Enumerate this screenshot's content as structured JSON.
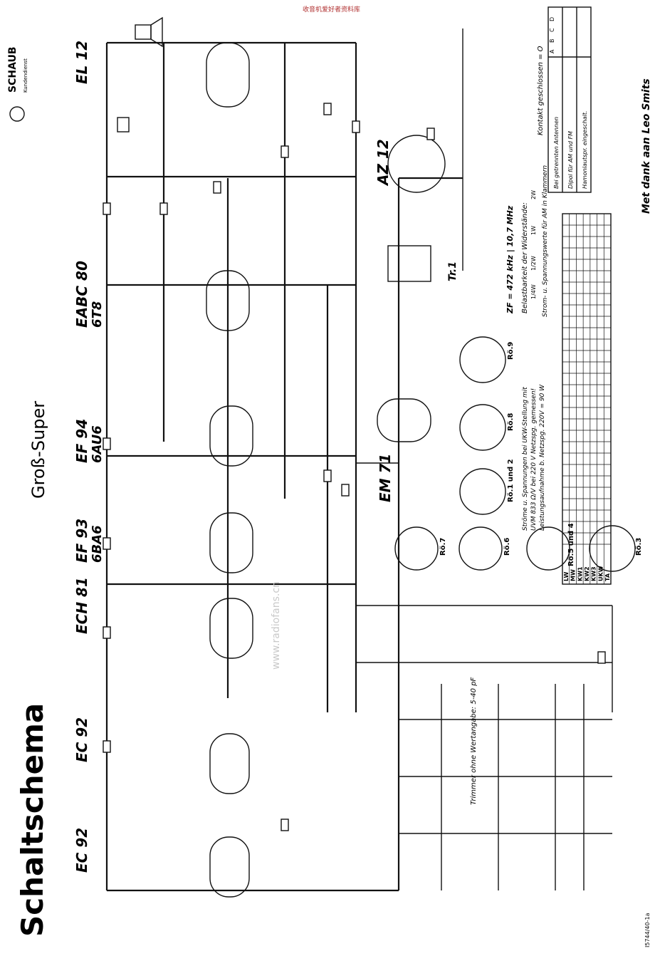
{
  "title": "Schaltschema",
  "subtitle": "Groß-Super",
  "brand": {
    "name": "SCHAUB",
    "tagline": "Kundendienst"
  },
  "tubes": [
    "EC 92",
    "EC 92",
    "ECH 81",
    "EF 93",
    "EF 94",
    "EABC 80",
    "EL 12"
  ],
  "tube_alt": [
    "6BA6",
    "6AU6",
    "6T8"
  ],
  "indicators": [
    "EM 71",
    "AZ 12"
  ],
  "transformer": "Tr.1",
  "socket_labels": [
    "Rö.9",
    "Rö.8",
    "Rö.1 und 2",
    "Rö.7",
    "Rö.6",
    "Rö.5 und 4",
    "Rö.3"
  ],
  "notes": {
    "if_freq": "ZF = 472 kHz | 10,7 MHz",
    "resistor_load": "Belastbarkeit der Widerstände:",
    "voltages": [
      "Ströme u. Spannungen bei UKW-Stellung mit",
      "UVM 833 Ω/V bei 220 V Netzspg. gemessen!",
      "Leistungsaufnahme b. Netzspg. 220V = 90 W"
    ],
    "current_note": "Strom- u. Spannungswerte für AM in Klammern",
    "trimmer_note": "Trimmer ohne Wertangabe: 5-40 pF",
    "power_legend": [
      "1/4W",
      "1/2W",
      "1W",
      "2W"
    ]
  },
  "legend": {
    "title": "Kontakt geschlossen = O",
    "header": [
      "A",
      "B",
      "C",
      "D"
    ],
    "items": [
      "Bei getrennten Antennen",
      "Dipol für AM und FM",
      "Hamonlautspr. eingeschalt."
    ]
  },
  "switch_table": {
    "rows": [
      "LW",
      "MW",
      "KW1",
      "KW2",
      "KW3",
      "UKW",
      "TA"
    ],
    "contacts": 54
  },
  "footer": {
    "credit": "Met dank aan Leo Smits",
    "code": "I5744/40-1a"
  },
  "watermark": "www.radiofans.cn",
  "top_stamp": "收音机爱好者资料库"
}
